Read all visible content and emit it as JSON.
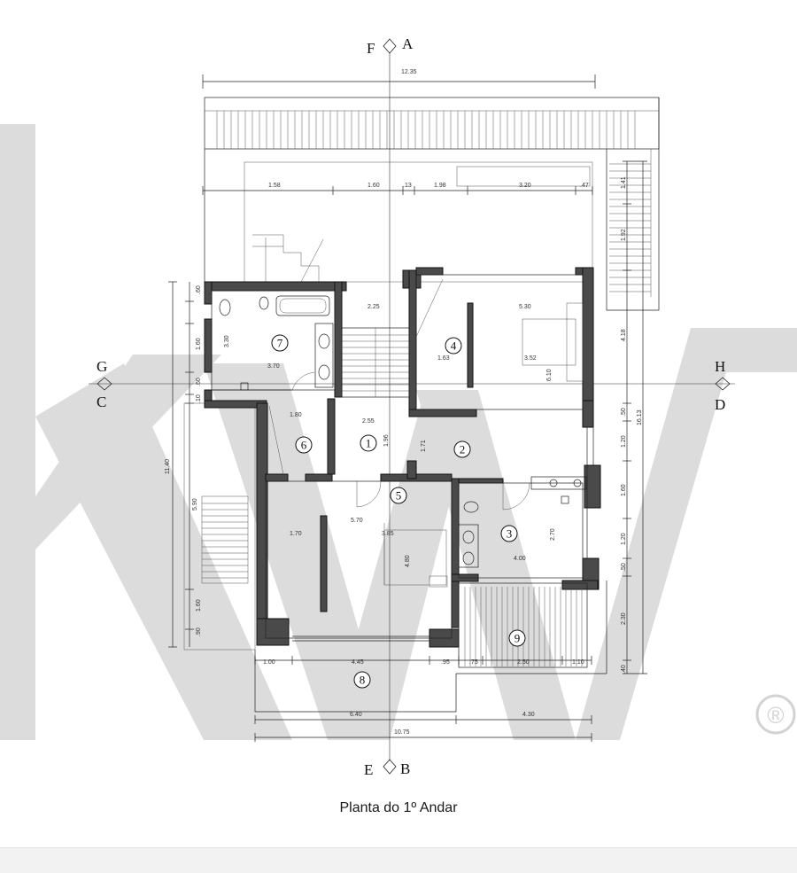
{
  "caption": "Planta do 1º Andar",
  "section_marks": {
    "top_left": "F",
    "top_right": "A",
    "left_top": "G",
    "left_bottom": "C",
    "right_top": "H",
    "right_bottom": "D",
    "bottom_left": "E",
    "bottom_right": "B"
  },
  "room_numbers": [
    "1",
    "2",
    "3",
    "4",
    "5",
    "6",
    "7",
    "8",
    "9"
  ],
  "dimensions": {
    "total_top": "12.35",
    "top_row": [
      "1.58",
      "1.60",
      ".13",
      "1.98",
      "3.20",
      ".47"
    ],
    "room7_w": "3.70",
    "room7_h": "3.30",
    "room4_w": "5.30",
    "room4_inner": "3.52",
    "room4_h": "1.63",
    "stair_w": "2.25",
    "hall_w": "2.55",
    "hall_h": "1.96",
    "corr_h": "1.71",
    "room6_w": "1.80",
    "living_w": "5.70",
    "living_a": "1.70",
    "living_b": "3.85",
    "living_h": "4.80",
    "room3_w": "4.00",
    "room3_h": "2.70",
    "right_h": "6.10",
    "left_total": "11.40",
    "left_mid": "5.90",
    "left_seq": [
      ".60",
      "1.60",
      ".60",
      ".10"
    ],
    "left_low": [
      "1.60",
      ".90"
    ],
    "right_seq": [
      "1.41",
      "1.92",
      "4.18",
      ".50",
      "1.20",
      "1.60",
      "1.20",
      ".50",
      "2.30",
      ".40"
    ],
    "right_total": "16.13",
    "bottom_row": [
      "1.00",
      "4.45",
      ".95",
      ".75",
      "2.50",
      "1.10"
    ],
    "bottom_a": "6.40",
    "bottom_b": "4.30",
    "bottom_total": "10.75"
  },
  "watermark": "®"
}
